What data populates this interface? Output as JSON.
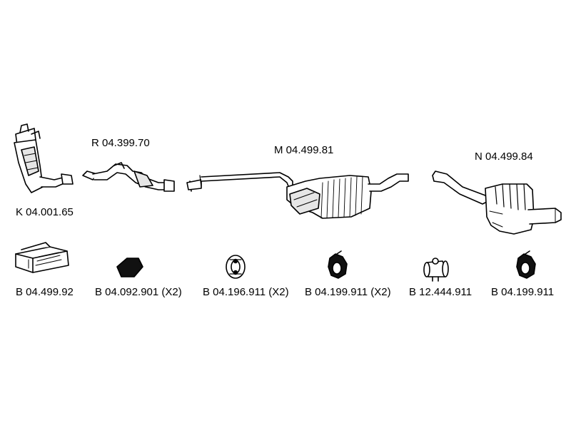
{
  "diagram": {
    "main_parts": [
      {
        "code": "K 04.001.65",
        "part": "catalytic-converter"
      },
      {
        "code": "R 04.399.70",
        "part": "front-pipe"
      },
      {
        "code": "M 04.499.81",
        "part": "middle-silencer"
      },
      {
        "code": "N 04.499.84",
        "part": "rear-silencer"
      }
    ],
    "fittings": [
      {
        "code": "B 04.499.92",
        "part": "fitting-kit"
      },
      {
        "code": "B 04.092.901 (X2)",
        "part": "gasket"
      },
      {
        "code": "B 04.196.911 (X2)",
        "part": "rubber-hanger"
      },
      {
        "code": "B 04.199.911 (X2)",
        "part": "rubber-mount"
      },
      {
        "code": "B 12.444.911",
        "part": "pipe-clamp"
      },
      {
        "code": "B 04.199.911",
        "part": "rubber-mount"
      }
    ]
  },
  "colors": {
    "line": "#000000",
    "paper": "#ffffff",
    "shade": "#cfcfcf",
    "fill": "#111111"
  }
}
